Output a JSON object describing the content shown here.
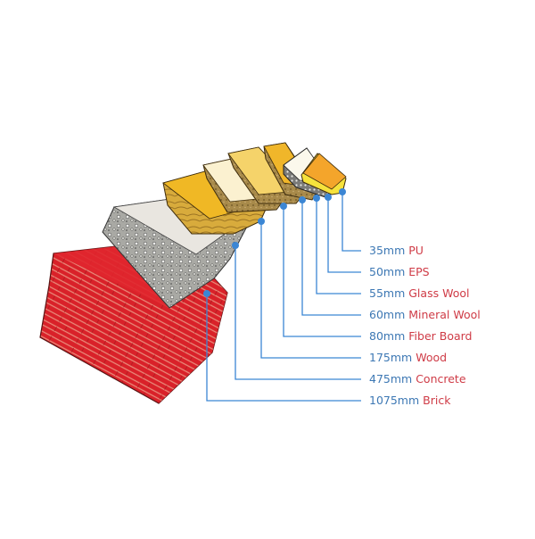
{
  "diagram": {
    "title": "",
    "colors": {
      "leader_line": "#3b86d4",
      "thickness_text": "#3d78b4",
      "material_text": "#cf3b46",
      "brick": "#d92129",
      "concrete_top": "#e9e6e0",
      "wood_top": "#f0b825",
      "fiber_top": "#f3cc57",
      "mineral_top": "#fbf3d6",
      "glass_top": "#f6d66a",
      "eps_top": "#fbf8ec",
      "pu_top": "#f4a52b"
    },
    "layers": [
      {
        "thickness": "35mm",
        "material": "PU"
      },
      {
        "thickness": "50mm",
        "material": "EPS"
      },
      {
        "thickness": "55mm",
        "material": "Glass Wool"
      },
      {
        "thickness": "60mm",
        "material": "Mineral Wool"
      },
      {
        "thickness": "80mm",
        "material": "Fiber Board"
      },
      {
        "thickness": "175mm",
        "material": "Wood"
      },
      {
        "thickness": "475mm",
        "material": "Concrete"
      },
      {
        "thickness": "1075mm",
        "material": "Brick"
      }
    ]
  }
}
